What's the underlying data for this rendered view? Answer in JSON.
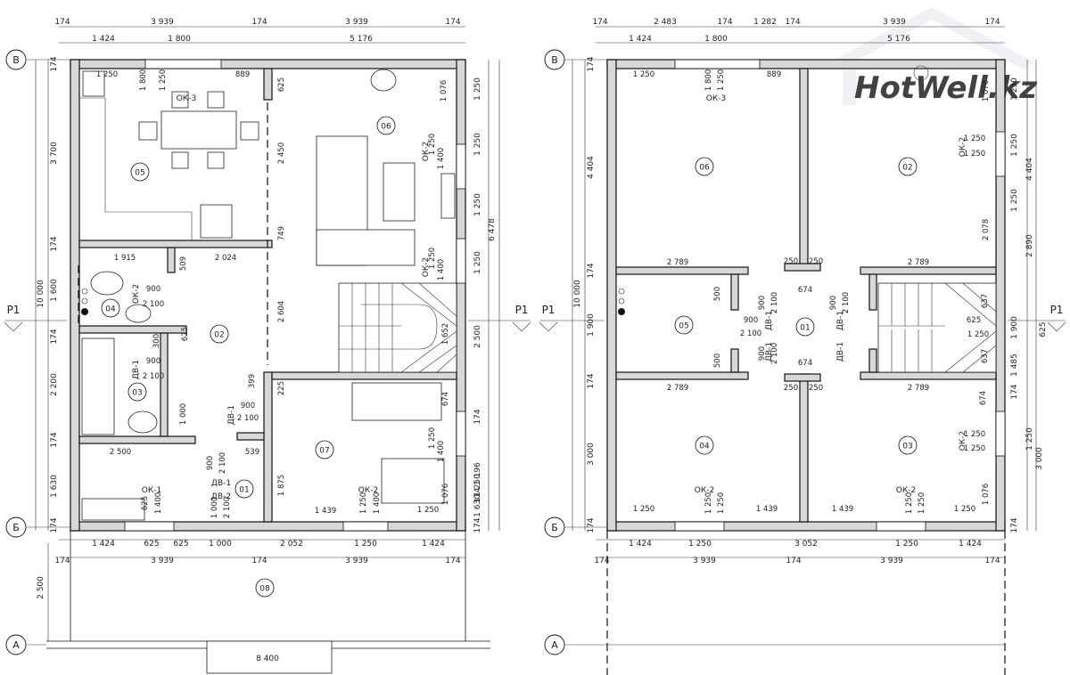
{
  "watermark": "HotWell.kz",
  "left_plan": {
    "axes": {
      "top": "В",
      "mid": "Б",
      "bottom": "А",
      "section": "P1"
    },
    "dims_top_row1": [
      "174",
      "3 939",
      "174",
      "3 939",
      "174"
    ],
    "dims_top_row2": [
      "1 424",
      "1 800",
      "5 176"
    ],
    "dims_left": [
      "174",
      "3 700",
      "174",
      "1 600",
      "174",
      "2 200",
      "174",
      "1 630",
      "174"
    ],
    "dim_left_total": "10 000",
    "dim_left_porch": "2 500",
    "dims_right": [
      "1 250",
      "1 250",
      "1 250",
      "1 250",
      "2 500",
      "174",
      "1 196",
      "1 250",
      "174",
      "1 630",
      "174"
    ],
    "dim_right_total": "6 478",
    "dims_bottom_row1": [
      "1 424",
      "625",
      "625",
      "1 000",
      "2 052",
      "1 250",
      "1 424"
    ],
    "dims_bottom_row2": [
      "174",
      "3 939",
      "174",
      "3 939",
      "174"
    ],
    "porch_width": "8 400",
    "rooms": [
      "05",
      "06",
      "04",
      "02",
      "03",
      "01",
      "07",
      "08"
    ],
    "openings": [
      "ОК-3",
      "ОК-2",
      "ОК-2",
      "ОК-1",
      "ОК-2",
      "ОК-2",
      "ДВ-1",
      "ДВ-1",
      "ДВ-1",
      "ДВ-2"
    ],
    "inner_labels": [
      "1 250",
      "1 800",
      "1 250",
      "889",
      "625",
      "2 450",
      "1 076",
      "1 250",
      "1 400",
      "1 250",
      "1 400",
      "749",
      "1 915",
      "2 024",
      "509",
      "900",
      "2 100",
      "625",
      "300",
      "2 604",
      "1 652",
      "900",
      "2 100",
      "399",
      "225",
      "900",
      "2 100",
      "1 000",
      "2 500",
      "539",
      "1 875",
      "674",
      "1 250",
      "1 400",
      "1 076",
      "625",
      "1 400",
      "900",
      "2 100",
      "1 000",
      "2 100",
      "1 439",
      "1 250",
      "1 400",
      "1 250"
    ]
  },
  "right_plan": {
    "axes": {
      "top": "В",
      "mid": "Б",
      "bottom": "А",
      "section": "P1"
    },
    "dims_top_row1": [
      "174",
      "2 483",
      "174",
      "1 282",
      "174",
      "3 939",
      "174"
    ],
    "dims_top_row2": [
      "1 424",
      "1 800",
      "5 176"
    ],
    "dims_left": [
      "174",
      "4 404",
      "174",
      "1 900",
      "174",
      "3 000",
      "174"
    ],
    "dim_left_total": "10 000",
    "dims_right": [
      "1 250",
      "1 250",
      "4 404",
      "1 250",
      "2 890",
      "1 900",
      "625",
      "1 485",
      "174",
      "1 250",
      "3 000",
      "174"
    ],
    "dims_bottom_row1": [
      "1 424",
      "1 250",
      "3 052",
      "1 250",
      "1 424"
    ],
    "dims_bottom_row2": [
      "174",
      "3 939",
      "174",
      "3 939",
      "174"
    ],
    "rooms": [
      "06",
      "02",
      "05",
      "01",
      "04",
      "03"
    ],
    "openings": [
      "ОК-3",
      "ОК-2",
      "ОК-2",
      "ОК-2",
      "ОК-2",
      "ДВ-1",
      "ДВ-1",
      "ДВ-1",
      "ДВ-1"
    ],
    "inner_labels": [
      "1 250",
      "1 800",
      "1 250",
      "889",
      "1 250",
      "1 250",
      "1 076",
      "2 078",
      "2 789",
      "250",
      "250",
      "2 789",
      "500",
      "900",
      "2 100",
      "674",
      "900",
      "2 100",
      "637",
      "625",
      "1 250",
      "637",
      "900",
      "2 100",
      "500",
      "900",
      "2 100",
      "674",
      "2 789",
      "250",
      "250",
      "2 789",
      "674",
      "1 250",
      "1 250",
      "1 076",
      "1 250",
      "1 250",
      "1 250",
      "1 439",
      "1 439",
      "1 250",
      "1 250",
      "1 250"
    ]
  }
}
